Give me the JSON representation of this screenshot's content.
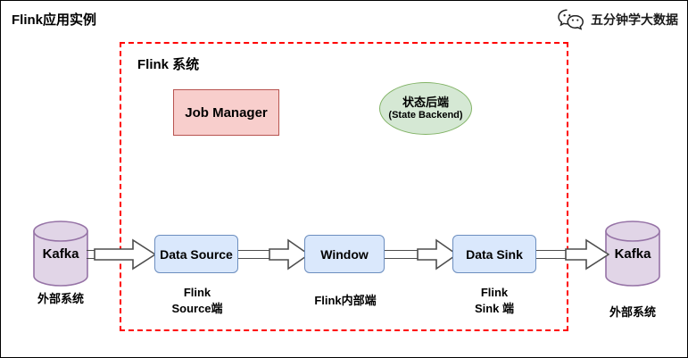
{
  "header": {
    "title": "Flink应用实例",
    "brand_label": "五分钟学大数据",
    "brand_icon": "wechat-icon"
  },
  "diagram": {
    "region_label": "Flink 系统",
    "region_border_color": "#ff0000",
    "job_manager": {
      "label": "Job Manager",
      "fill": "#f8cecc",
      "stroke": "#b85450"
    },
    "state_backend": {
      "label_cn": "状态后端",
      "label_en": "(State Backend)",
      "fill": "#d5e8d4",
      "stroke": "#82b366"
    },
    "sources": {
      "left_kafka": "Kafka",
      "right_kafka": "Kafka",
      "kafka_fill": "#e1d5e7",
      "kafka_stroke": "#9673a6"
    },
    "pipeline": {
      "box_fill": "#dae8fc",
      "box_stroke": "#6c8ebf",
      "boxes": [
        {
          "label": "Data Source"
        },
        {
          "label": "Window"
        },
        {
          "label": "Data Sink"
        }
      ]
    },
    "captions": {
      "external_left": "外部系统",
      "source_side": "Flink\nSource端",
      "internal_side": "Flink内部端",
      "sink_side": "Flink\nSink 端",
      "external_right": "外部系统"
    }
  }
}
